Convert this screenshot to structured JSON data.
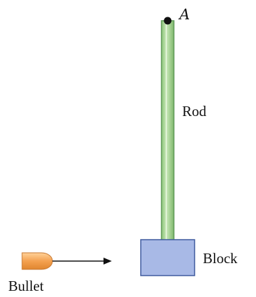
{
  "labels": {
    "pivot": "A",
    "rod": "Rod",
    "block": "Block",
    "bullet": "Bullet"
  },
  "colors": {
    "rod_fill": "#9fd08a",
    "rod_stroke": "#5f9a56",
    "block_fill": "#a8b9e6",
    "block_stroke": "#3f5a9e",
    "bullet_fill": "#f4a150",
    "bullet_stroke": "#c7772f",
    "pivot_dot": "#111111",
    "arrow": "#111111"
  }
}
